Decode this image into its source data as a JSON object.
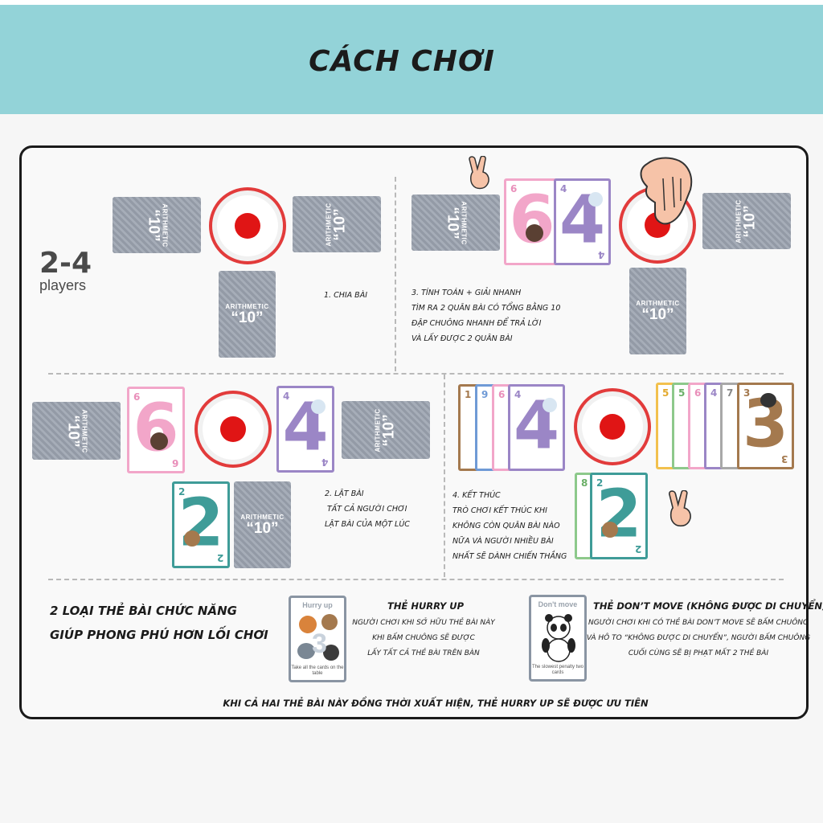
{
  "header": {
    "title": "CÁCH CHƠI"
  },
  "players": {
    "count": "2-4",
    "word": "players"
  },
  "card_back": {
    "brand": "ARITHMETIC",
    "number": "“10”"
  },
  "steps": {
    "deal": "1. CHIA BÀI",
    "flip": [
      "2. LẬT BÀI",
      "TẤT CẢ NGƯỜI CHƠI",
      "LẬT BÀI  CỦA MỘT LÚC"
    ],
    "calc": [
      "3. TÍNH TOÁN + GIẢI NHANH",
      "TÌM RA 2 QUÂN BÀI CÓ TỔNG BẰNG 10",
      "ĐẬP CHUÔNG NHANH ĐỂ TRẢ LỜI",
      "VÀ LẤY ĐƯỢC 2 QUÂN BÀI"
    ],
    "end": [
      "4. KẾT THÚC",
      "TRÒ CHƠI KẾT THÚC  KHI",
      "KHÔNG CÒN QUÂN BÀI NÀO",
      "NỮA VÀ NGƯỜI NHIỀU BÀI",
      "NHẤT SẼ DÀNH CHIẾN THẮNG"
    ]
  },
  "cards": {
    "six": "6",
    "four": "4",
    "two": "2",
    "three": "3",
    "fan_left": [
      "1",
      "9",
      "6",
      "4"
    ],
    "fan_right": [
      "5",
      "5",
      "6",
      "4",
      "7",
      "3"
    ],
    "pair_bottom": [
      "8",
      "2"
    ]
  },
  "functional": {
    "title_lines": [
      "2 LOẠI THẺ BÀI CHỨC NĂNG",
      "GIÚP PHONG PHÚ HƠN LỐI CHƠI"
    ],
    "hurry": {
      "card_title": "Hurry up",
      "card_text": "Take all the cards on the table",
      "head": "THẺ HURRY UP",
      "desc": [
        "NGƯỜI CHƠI KHI SỞ HỮU THẺ BÀI NÀY",
        "KHI BẤM CHUÔNG SẼ ĐƯỢC",
        "LẤY TẤT CẢ THẺ BÀI TRÊN BÀN"
      ]
    },
    "dontmove": {
      "card_title": "Don't move",
      "card_text": "The slowest penalty two cards",
      "head": "THẺ DON’T MOVE (KHÔNG ĐƯỢC DI CHUYỂN)",
      "desc": [
        "NGƯỜI CHƠI KHI CÓ THẺ BÀI DON’T MOVE SẼ BẤM CHUÔNG",
        "VÀ HÔ TO “KHÔNG ĐƯỢC DI CHUYỂN”, NGƯỜI BẤM CHUÔNG",
        "CUỐI CÙNG SẼ BỊ PHẠT MẤT 2 THẺ BÀI"
      ]
    }
  },
  "footer": {
    "note": "KHI CẢ HAI THẺ BÀI NÀY ĐỒNG THỜI XUẤT HIỆN, THẺ HURRY UP SẼ ĐƯỢC ƯU TIÊN"
  },
  "colors": {
    "banner": "#93d3d8",
    "bell_red": "#e01515",
    "pink": "#f2a6c9",
    "purple": "#9b86c6",
    "teal": "#3f9c98",
    "brown": "#a4794e"
  }
}
